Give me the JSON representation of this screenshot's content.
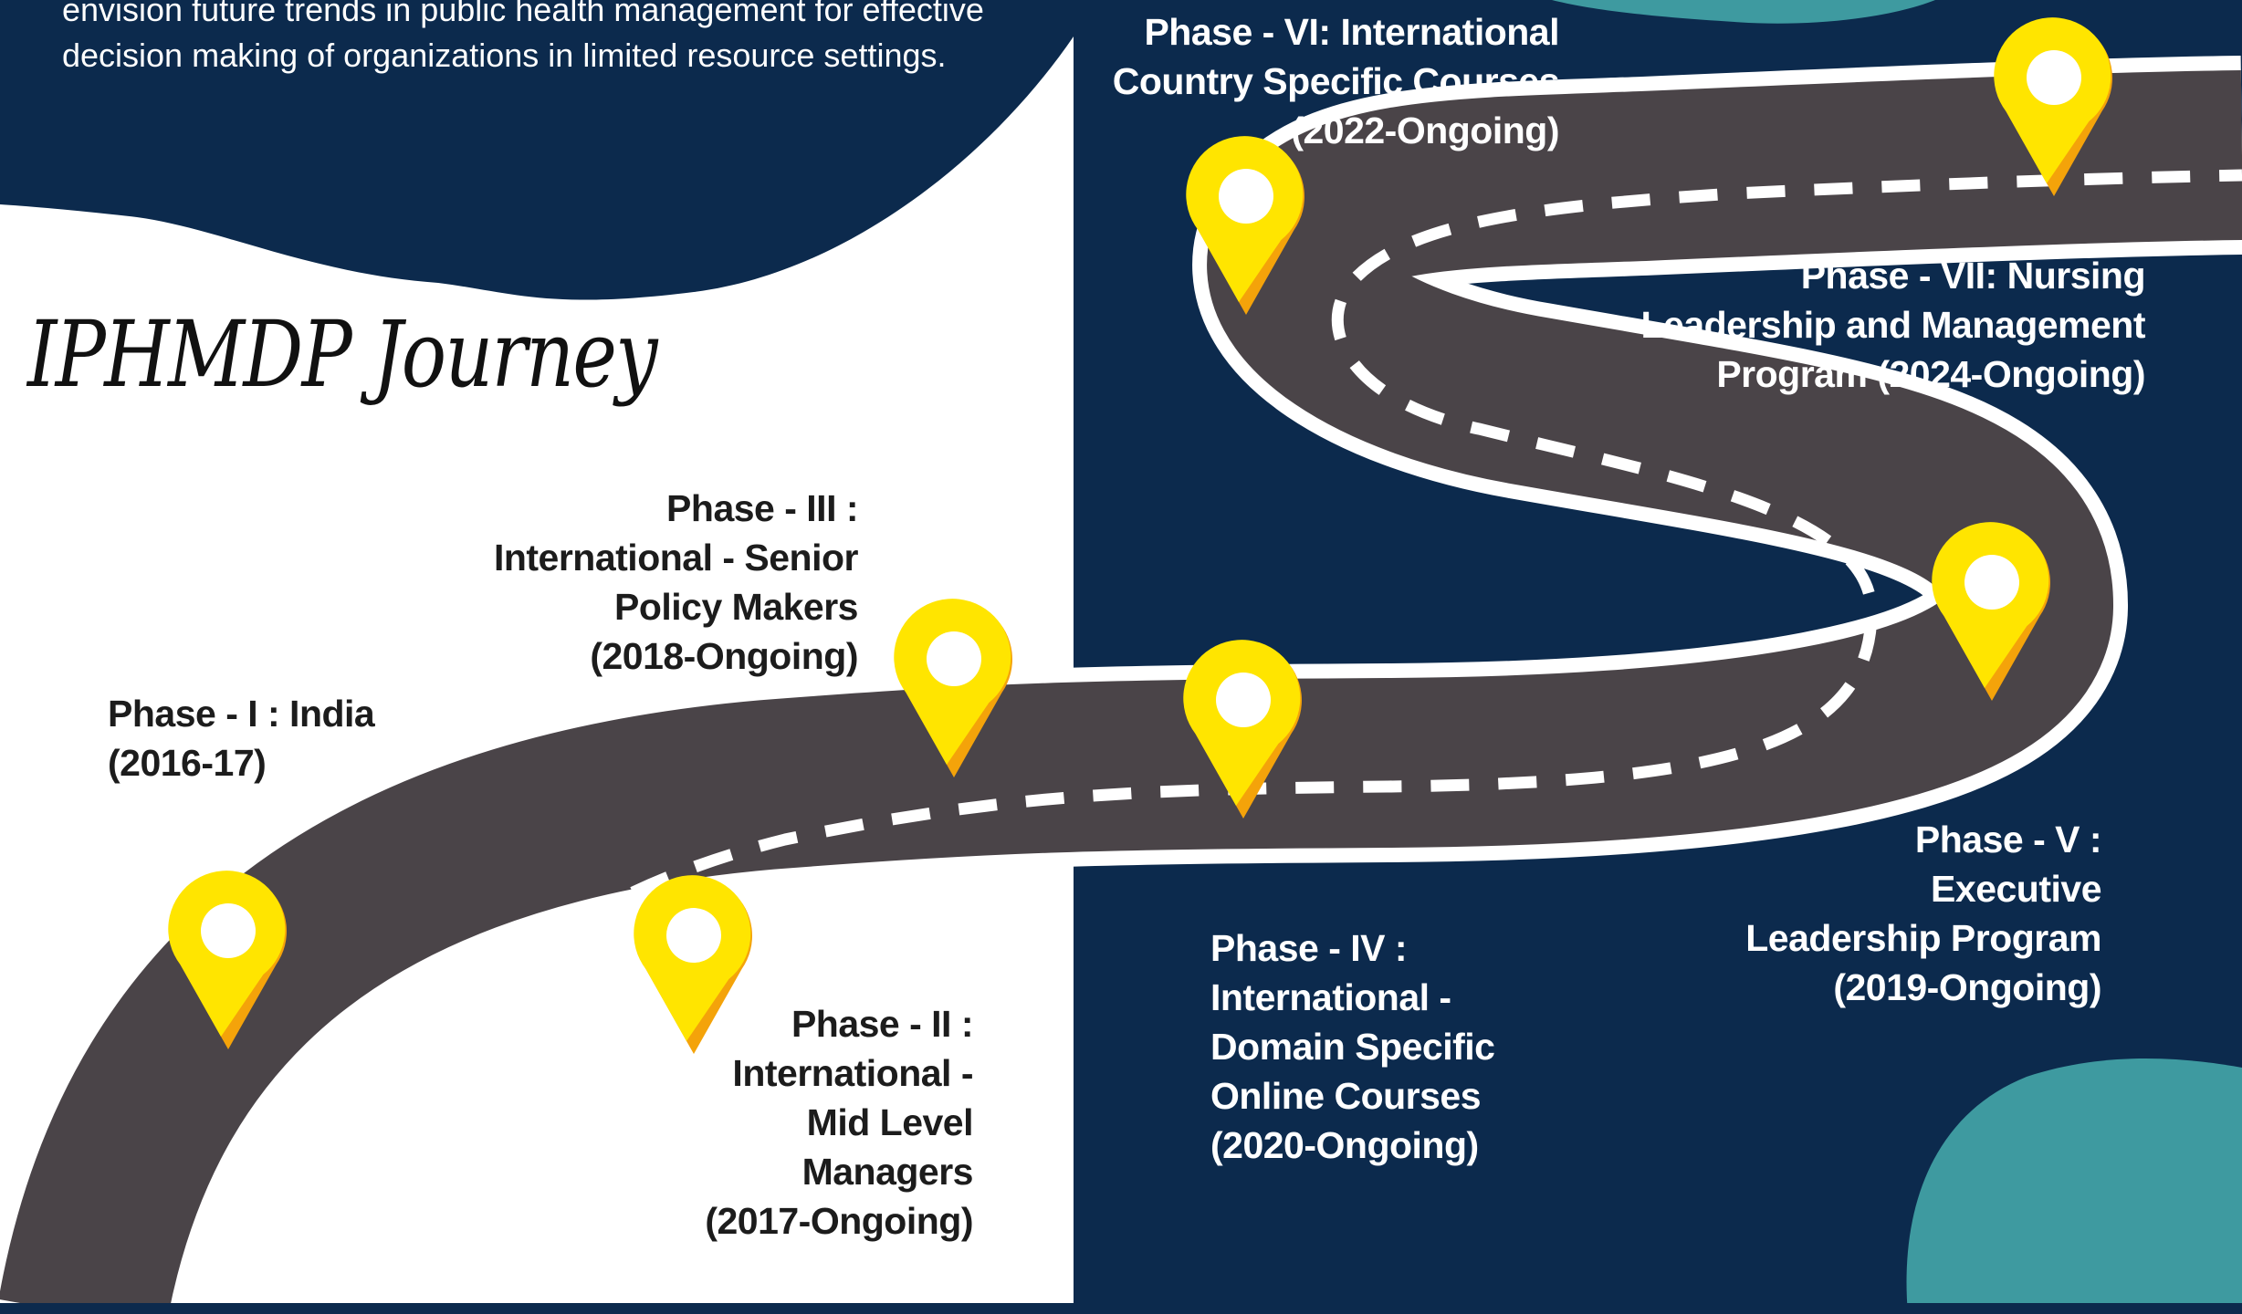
{
  "intro": {
    "line1": "envision future trends in public health management for effective",
    "line2": "decision making of organizations in limited resource settings."
  },
  "title": "IPHMDP Journey",
  "phases": [
    {
      "id": "phase-1",
      "lines": [
        "Phase - I : India",
        "(2016-17)"
      ]
    },
    {
      "id": "phase-2",
      "lines": [
        "Phase - II :",
        "International -",
        "Mid Level",
        "Managers",
        "(2017-Ongoing)"
      ]
    },
    {
      "id": "phase-3",
      "lines": [
        "Phase - III :",
        "International - Senior",
        "Policy Makers",
        "(2018-Ongoing)"
      ]
    },
    {
      "id": "phase-4",
      "lines": [
        "Phase - IV :",
        "International -",
        "Domain Specific",
        "Online Courses",
        "(2020-Ongoing)"
      ]
    },
    {
      "id": "phase-5",
      "lines": [
        "Phase - V :",
        "Executive",
        "Leadership Program",
        "(2019-Ongoing)"
      ]
    },
    {
      "id": "phase-6",
      "lines": [
        "Phase - VI: International",
        "Country Specific Courses",
        "(2022-Ongoing)"
      ]
    },
    {
      "id": "phase-7",
      "lines": [
        "Phase - VII: Nursing",
        "Leadership and Management",
        "Program (2024-Ongoing)"
      ]
    }
  ],
  "colors": {
    "navy": "#0c2a4d",
    "road": "#4a4448",
    "teal": "#3e9aa0",
    "pin_yellow": "#ffe500",
    "pin_orange": "#f4a30a",
    "white": "#ffffff"
  },
  "icons": [
    "map-pin-icon"
  ]
}
